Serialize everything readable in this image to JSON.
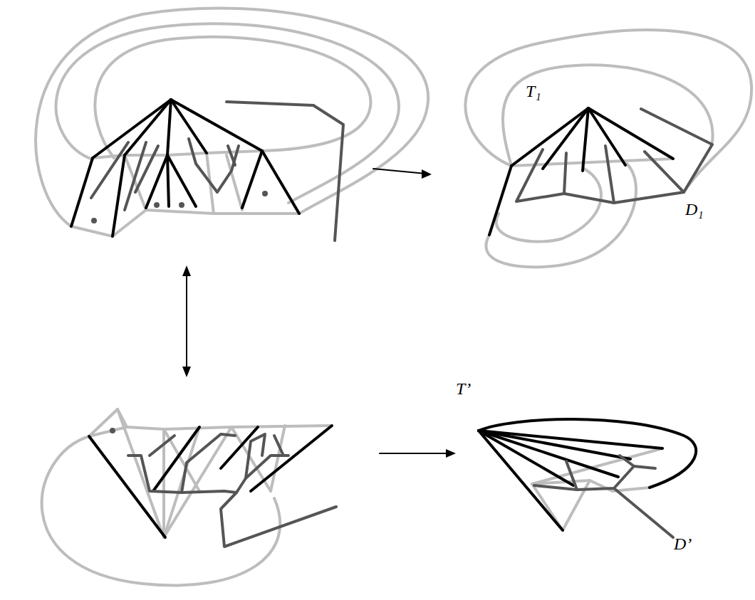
{
  "diagram": {
    "labels": [
      "T₁",
      "D₁",
      "T’",
      "D’"
    ]
  }
}
